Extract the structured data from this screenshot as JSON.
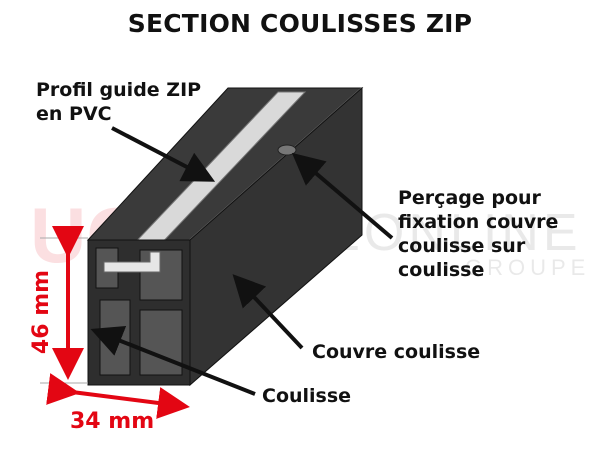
{
  "title": "SECTION COULISSES ZIP",
  "labels": {
    "profil_guide": [
      "Profil guide ZIP",
      "en PVC"
    ],
    "percage": [
      "Perçage pour",
      "fixation couvre",
      "coulisse sur",
      "coulisse"
    ],
    "couvre_coulisse": "Couvre coulisse",
    "coulisse": "Coulisse"
  },
  "dimensions": {
    "height": "46 mm",
    "width": "34 mm"
  },
  "watermark": {
    "brand": "USINEONLINE®",
    "sub": "GROUPE"
  },
  "colors": {
    "profile": "#2e2e2e",
    "dimension": "#e30613",
    "pvc_guide": "#d9d9d9"
  }
}
